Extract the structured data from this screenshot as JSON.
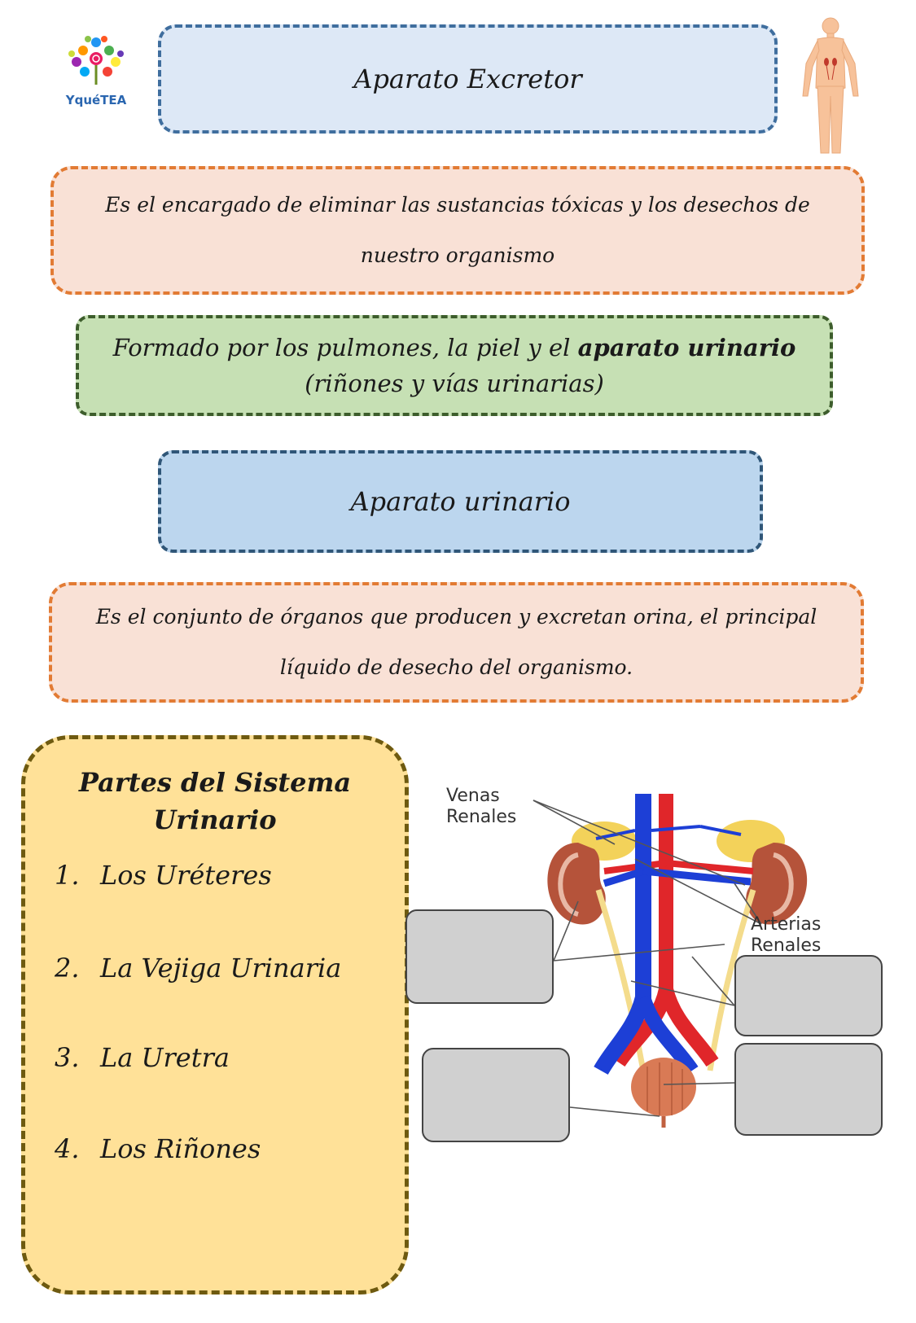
{
  "header": {
    "logo_text": "YquéTEA",
    "title": "Aparato Excretor"
  },
  "definition_excretor": "Es el encargado de eliminar las sustancias tóxicas y los desechos de nuestro organismo",
  "formed_by": {
    "text_start": "Formado por los pulmones, la piel y el ",
    "bold": "aparato urinario",
    "text_end": " (riñones y vías urinarias)"
  },
  "urinario_title": "Aparato urinario",
  "definition_urinario": "Es el conjunto de órganos que producen y excretan orina, el principal líquido de desecho del organismo.",
  "parts": {
    "title": "Partes del Sistema Urinario",
    "items": [
      {
        "num": "1.",
        "label": "Los Uréteres"
      },
      {
        "num": "2.",
        "label": "La Vejiga Urinaria"
      },
      {
        "num": "3.",
        "label": "La Uretra"
      },
      {
        "num": "4.",
        "label": "Los Riñones"
      }
    ]
  },
  "diagram": {
    "venas_line1": "Venas",
    "venas_line2": "Renales",
    "arterias_line1": "Arterias",
    "arterias_line2": "Renales"
  },
  "colors": {
    "vein": "#1d3fd6",
    "artery": "#e0262a",
    "kidney": "#b5533a",
    "ureter": "#f4dc8c",
    "bladder": "#d97a55"
  }
}
